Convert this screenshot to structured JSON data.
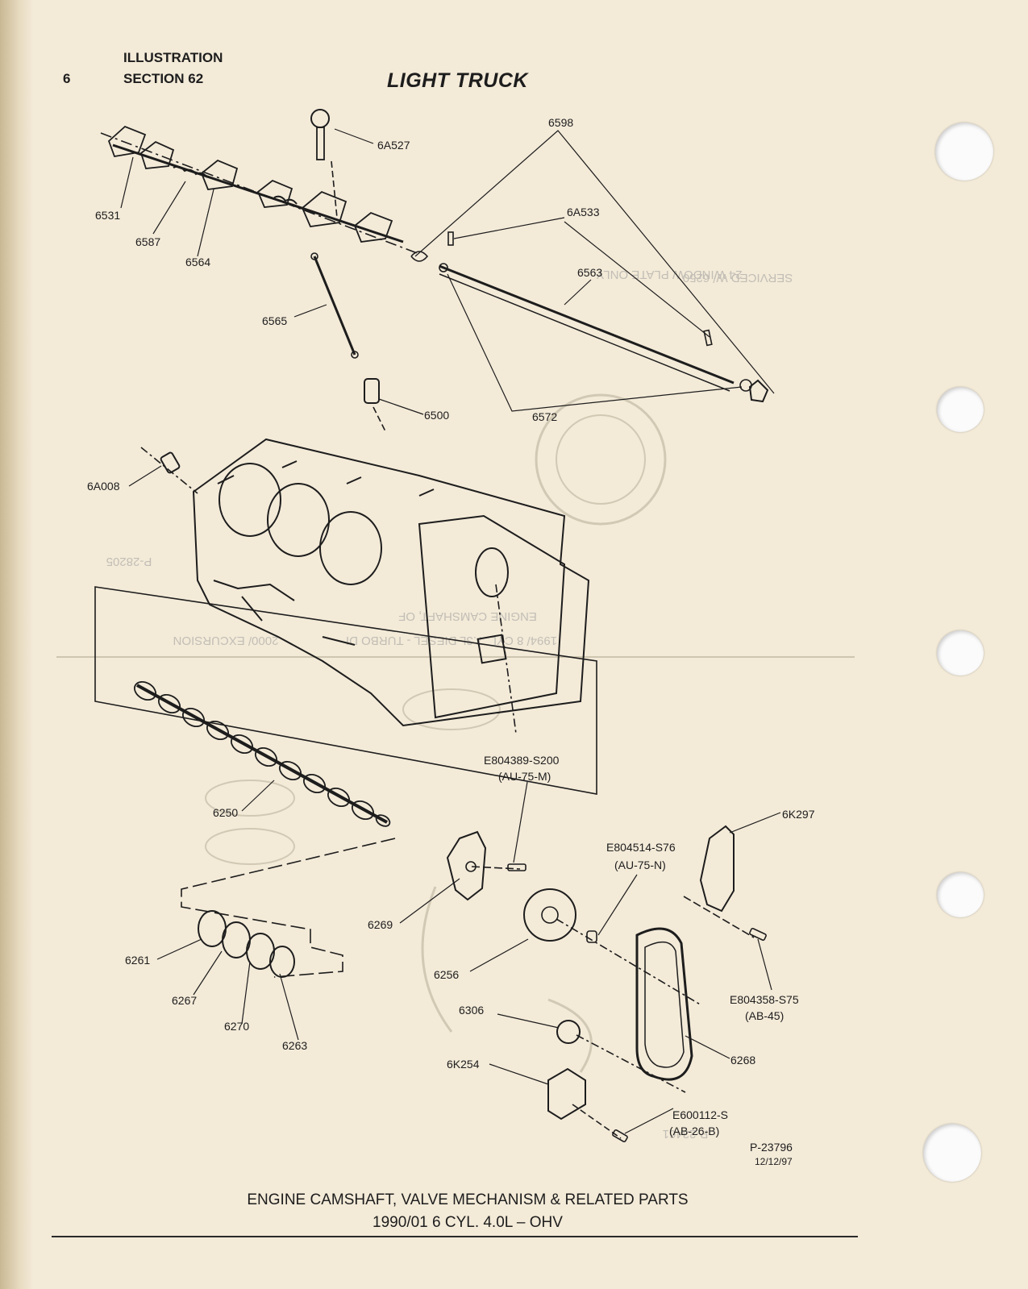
{
  "header": {
    "page_number": "6",
    "illustration": "ILLUSTRATION",
    "section": "SECTION 62",
    "title": "LIGHT TRUCK"
  },
  "part_labels": {
    "p6531": "6531",
    "p6587": "6587",
    "p6564": "6564",
    "p6565": "6565",
    "p6500": "6500",
    "p6A527": "6A527",
    "p6598": "6598",
    "p6A533": "6A533",
    "p6563": "6563",
    "p6572": "6572",
    "p6A008": "6A008",
    "p6250": "6250",
    "pE804389": "E804389-S200",
    "pAU75M": "(AU-75-M)",
    "p6K297": "6K297",
    "pE804514": "E804514-S76",
    "pAU75N": "(AU-75-N)",
    "p6269": "6269",
    "p6256": "6256",
    "p6261": "6261",
    "p6267": "6267",
    "p6270": "6270",
    "p6263": "6263",
    "pE804358": "E804358-S75",
    "pAB45": "(AB-45)",
    "p6306": "6306",
    "p6268": "6268",
    "p6K254": "6K254",
    "pE600112": "E600112-S",
    "pAB26B": "(AB-26-B)"
  },
  "figure": {
    "id": "P-23796",
    "date": "12/12/97"
  },
  "bleed_through": {
    "line1": "24 WINDOW PLATE ONLY",
    "line2": "SERVICED W/ 6250",
    "line3": "ENGINE CAMSHAFT, OF",
    "line4": "1994/ 8 CYL. 7.3L DIESEL - TURBO DI",
    "line5": "2000/ EXCURSION",
    "line6": "P-28205",
    "line7": "P-23461"
  },
  "caption": {
    "line1": "ENGINE CAMSHAFT, VALVE MECHANISM & RELATED PARTS",
    "line2": "1990/01 6 CYL. 4.0L – OHV"
  },
  "colors": {
    "paper": "#f3ead8",
    "ink": "#1d1d1d",
    "bleed": "#9a9a9a",
    "hole": "#fbfbfb"
  }
}
